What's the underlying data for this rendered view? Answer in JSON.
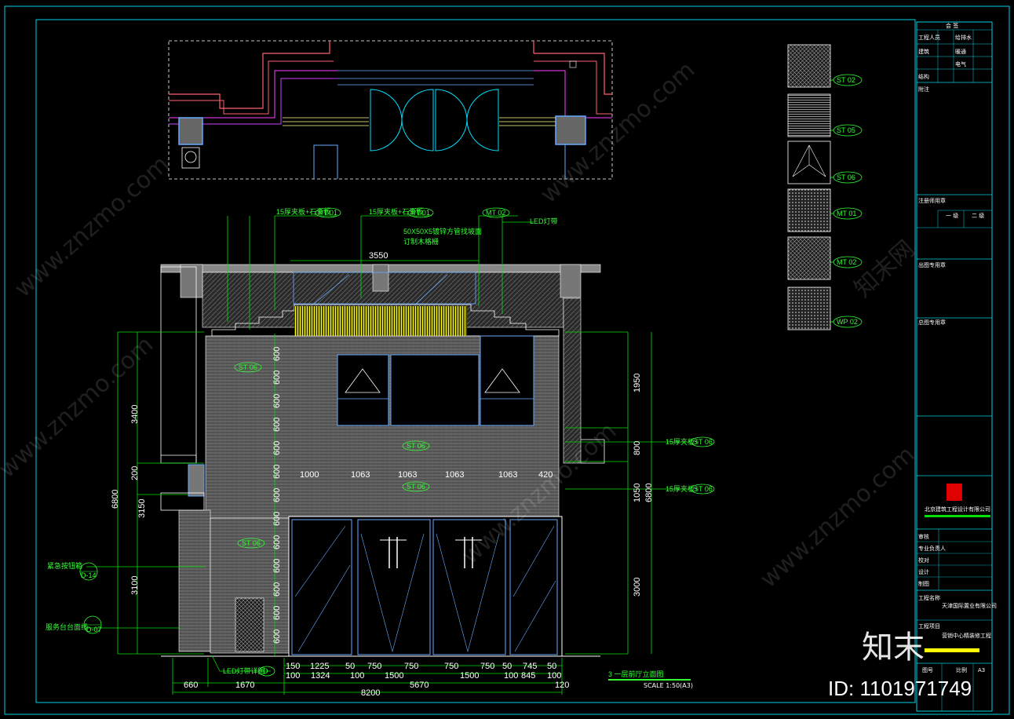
{
  "drawing": {
    "section_title": "3  一层前厅立面图",
    "scale": "SCALE 1:50(A3)",
    "top_dim": "3550",
    "callouts": [
      {
        "text": "15厚夹板+石膏板",
        "tag": "PT 01"
      },
      {
        "text": "15厚夹板+石膏板",
        "tag": "PT 01"
      },
      {
        "text": "",
        "tag": "MT 02"
      },
      {
        "text": "LED灯带",
        "tag": ""
      },
      {
        "text": "50X50X5镀锌方管找坡面",
        "tag": ""
      },
      {
        "text": "订制木格栅",
        "tag": ""
      }
    ],
    "material_tags": [
      "ST 02",
      "ST 05",
      "ST 06",
      "MT 01",
      "MT 02",
      "WP 02"
    ],
    "panel_tags": [
      "ST 06",
      "ST 06",
      "ST 06",
      "ST 06"
    ],
    "right_callouts": [
      {
        "text": "15厚夹板+",
        "tag": "ST 06"
      },
      {
        "text": "15厚夹板+",
        "tag": "ST 06"
      }
    ],
    "left_callouts": [
      {
        "text": "紧急按钮箱",
        "tag": "D-14"
      },
      {
        "text": "服务台台面线",
        "tag": "D-07"
      },
      {
        "text": "LED灯带详图",
        "tag": "D"
      }
    ],
    "vertical_left": [
      "3400",
      "200",
      "6800",
      "3150",
      "3100"
    ],
    "vertical_right": [
      "1950",
      "800",
      "1050",
      "6800",
      "3000"
    ],
    "stack_dims": [
      "600",
      "600",
      "600",
      "600",
      "600",
      "600",
      "600",
      "600",
      "600",
      "600",
      "600",
      "600",
      "600"
    ],
    "row1_dims": [
      "1000",
      "1063",
      "1063",
      "1063",
      "1063",
      "420"
    ],
    "bottom_row1": [
      "150",
      "1225",
      "50",
      "750",
      "750",
      "750",
      "750",
      "50",
      "745",
      "50"
    ],
    "bottom_row2": [
      "100",
      "1324",
      "100",
      "1500",
      "1500",
      "100",
      "845",
      "100"
    ],
    "bottom_row3": [
      "660",
      "1670",
      "5670",
      "120"
    ],
    "bottom_total": "8200"
  },
  "title_block": {
    "header": "会 签",
    "sign_rows": [
      "工程人员",
      "建筑",
      "给排水",
      "暖通",
      "电气",
      "结构"
    ],
    "notes_label": "附注",
    "approval_label": "注册师用章",
    "approval_cols": [
      "一 级",
      "二 级"
    ],
    "stamp_label": "出图专用章",
    "seal_label": "总图专用章",
    "company": "北京建筑工程设计有限公司",
    "roles": [
      "审核",
      "专业负责人",
      "校对",
      "设计",
      "制图"
    ],
    "client_label": "工程名称",
    "client": "天津国际置业有限公司",
    "project_label": "工程项目",
    "project": "营销中心精装修工程",
    "footer": [
      "图号",
      "比例",
      "A3"
    ]
  },
  "watermark": {
    "site": "www.znzmo.com",
    "brand": "知末网",
    "logo": "知末",
    "id": "ID: 1101971749"
  },
  "colors": {
    "frame": "#00d0e0",
    "dim": "#00e000",
    "accent": "#ffff00",
    "panel": "#6a6a6a"
  }
}
